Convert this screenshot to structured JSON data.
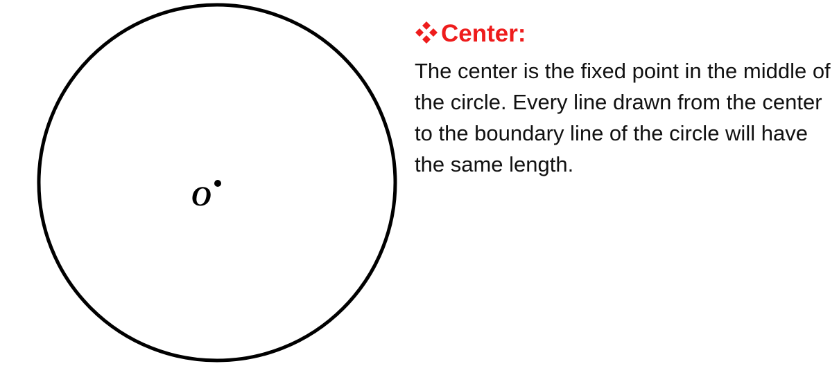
{
  "diagram": {
    "center_label": "O"
  },
  "text": {
    "heading": "Center:",
    "body": "The center is the fixed point in the middle of the circle. Every line drawn from the center to the boundary line of the circle will have the same length."
  },
  "icons": {
    "bullet": "four-diamond-bullet-icon"
  },
  "colors": {
    "heading": "#ee1c1c",
    "stroke": "#000000",
    "background": "#ffffff"
  }
}
